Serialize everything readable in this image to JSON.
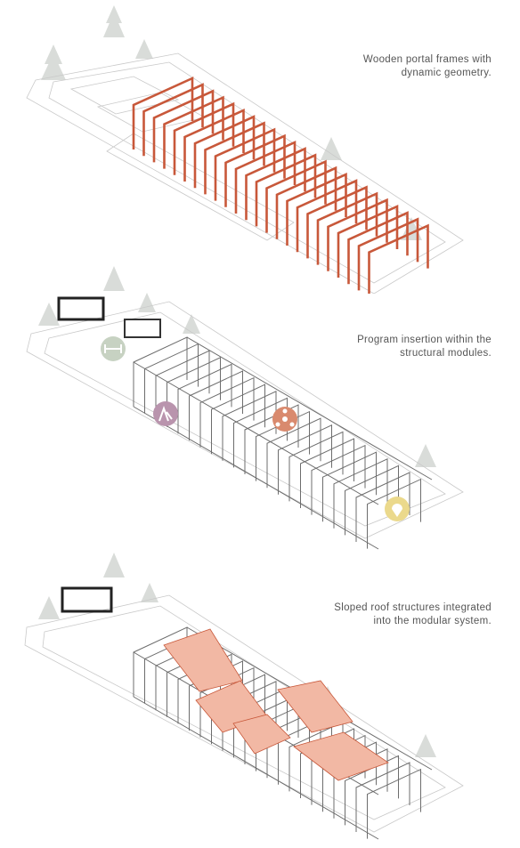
{
  "panels": [
    {
      "caption_line1": "Wooden portal frames with",
      "caption_line2": "dynamic geometry."
    },
    {
      "caption_line1": "Program insertion within the",
      "caption_line2": "structural modules.",
      "icons": [
        {
          "name": "fitness-icon",
          "color": "#c7d2c2"
        },
        {
          "name": "playground-icon",
          "color": "#b994ad"
        },
        {
          "name": "community-icon",
          "color": "#d98a6e"
        },
        {
          "name": "location-pin-icon",
          "color": "#ebd98c"
        }
      ]
    },
    {
      "caption_line1": "Sloped roof structures integrated",
      "caption_line2": "into the modular system."
    }
  ],
  "colors": {
    "frame": "#c8583a",
    "roof": "#f2b8a4",
    "structure": "#6d6d6d",
    "context": "#c9c9c9"
  }
}
